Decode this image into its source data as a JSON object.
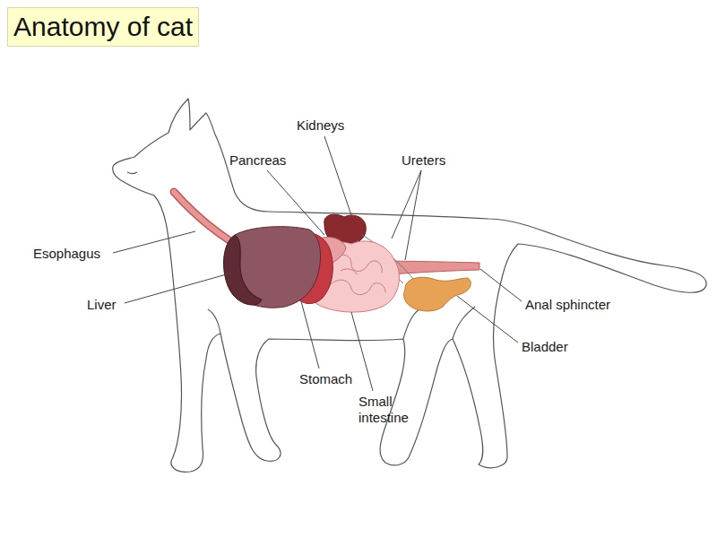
{
  "diagram": {
    "title": "Anatomy of cat",
    "labels": [
      "Kidneys",
      "Pancreas",
      "Ureters",
      "Esophagus",
      "Liver",
      "Anal sphincter",
      "Bladder",
      "Stomach",
      "Small intestine"
    ]
  }
}
